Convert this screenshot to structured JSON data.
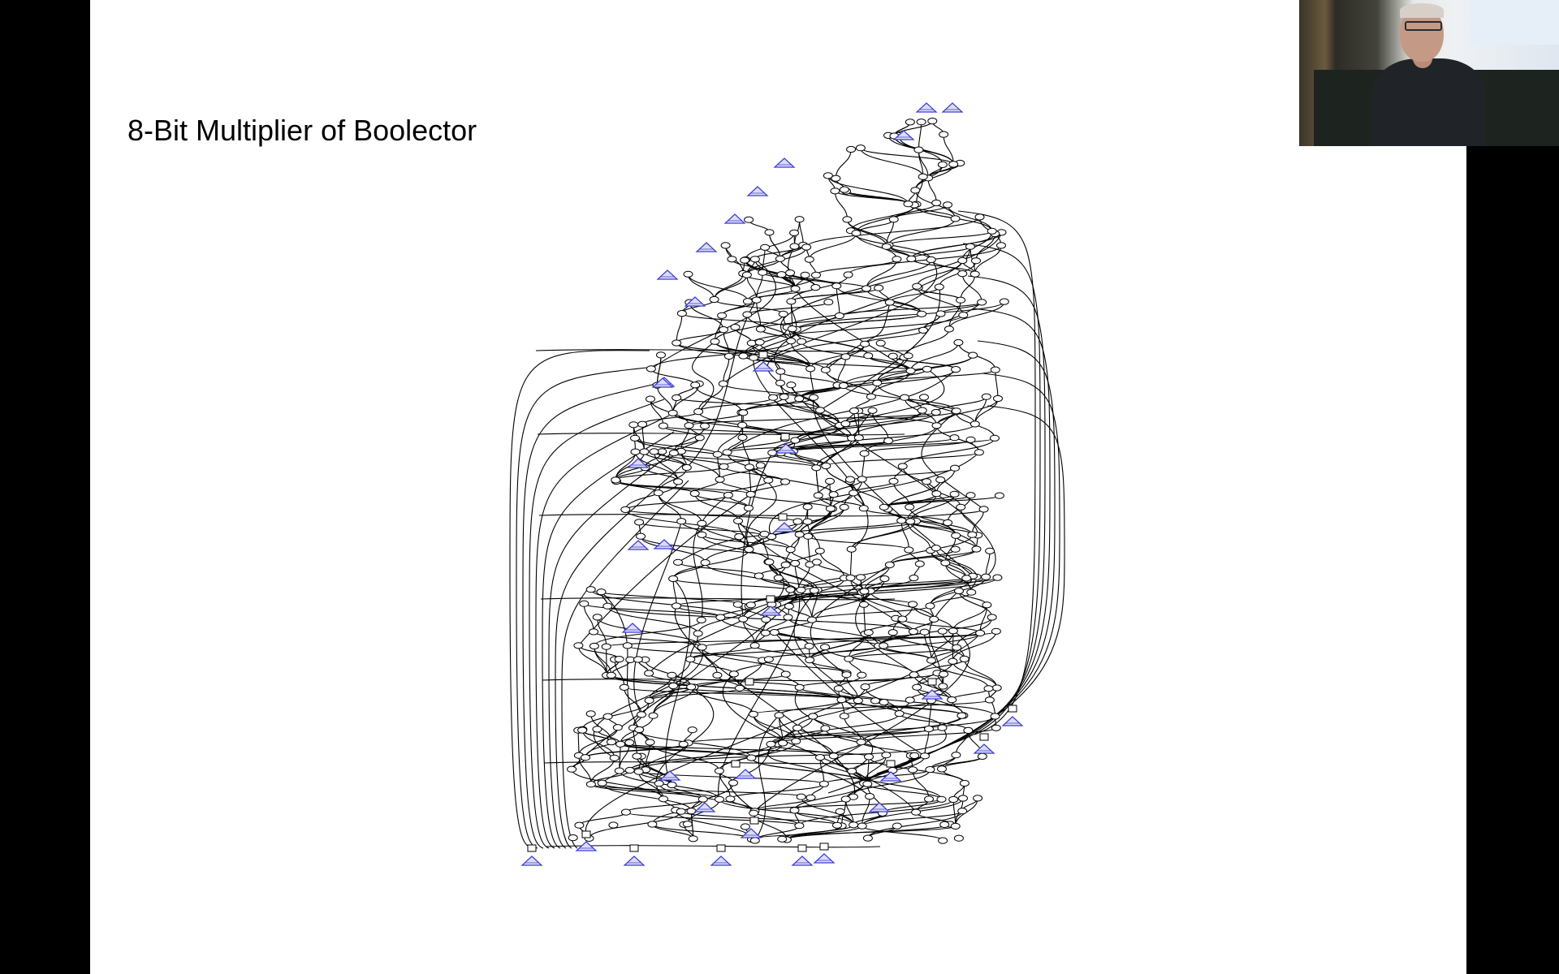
{
  "slide": {
    "title": "8-Bit Multiplier of Boolector",
    "background": "#ffffff"
  },
  "diagram": {
    "type": "and-inverter graph (circuit DAG)",
    "node_stroke": "#000000",
    "input_marker_color": "#3b3bd6",
    "edge_color": "#000000",
    "node_shapes": [
      "ellipse",
      "box",
      "triangle"
    ]
  },
  "webcam": {
    "description_icon": "presenter-video-icon"
  }
}
